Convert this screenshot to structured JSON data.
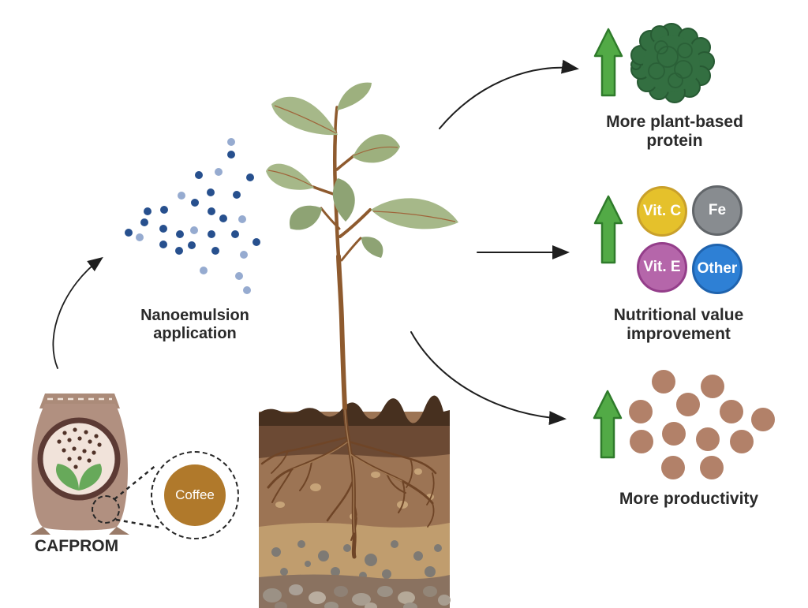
{
  "figure": {
    "title_hint": "CAFPROM coffee nanoemulsion benefits diagram",
    "bag_label": "CAFPROM",
    "magnifier_label": "Coffee",
    "spray_label_line1": "Nanoemulsion",
    "spray_label_line2": "application",
    "outcome_protein_line1": "More plant-based",
    "outcome_protein_line2": "protein",
    "outcome_nutrition_line1": "Nutritional value",
    "outcome_nutrition_line2": "improvement",
    "outcome_productivity": "More productivity",
    "nutrients": [
      {
        "label": "Vit. C",
        "fill": "#e5c12b",
        "border": "#c9a02b"
      },
      {
        "label": "Fe",
        "fill": "#888c90",
        "border": "#62666a"
      },
      {
        "label": "Vit. E",
        "fill": "#b566aa",
        "border": "#943e8a"
      },
      {
        "label": "Other",
        "fill": "#2e80d5",
        "border": "#1f63ae"
      }
    ],
    "icons": {
      "up-arrow-icon": "green upward block arrow (css/svg polygon)",
      "broccoli-icon": "dark green bumpy blob (svg circles)",
      "seed-bag-icon": "tan fertilizer bag with sprout emblem (svg)",
      "spray-droplets-icon": "blue dot cloud (svg circles)",
      "coffee-beans-icon": "light brown dot cluster (svg circles)",
      "plant-icon": "young plant with sage leaves (svg)",
      "soil-profile-icon": "layered soil cross-section with roots (svg)",
      "curved-arrow-icon": "thin black curved connector arrow (svg)"
    },
    "colors": {
      "background": "#ffffff",
      "label_text": "#2a2a2a",
      "green_arrow_fill": "#52aa46",
      "green_arrow_border": "#2f7b2b",
      "broccoli_green": "#336f41",
      "spray_dot_dark": "#27508e",
      "spray_dot_light": "#96abd0",
      "productivity_dot": "#b28169",
      "bag_body": "#b19080",
      "bag_emblem_bg": "#f1e3da",
      "bag_emblem_ring": "#5c3a34",
      "coffee_circle": "#b0792b",
      "leaf_green_light": "#a6b889",
      "leaf_green_dark": "#8ea374",
      "stem_brown": "#8e5a2e",
      "soil_dark_top": "#47301f",
      "soil_mid_brown": "#6c4a34",
      "soil_main": "#9c7454",
      "soil_sandy": "#c09d6e",
      "soil_bottom": "#8a7260",
      "connector_black": "#1e1e1e"
    }
  }
}
